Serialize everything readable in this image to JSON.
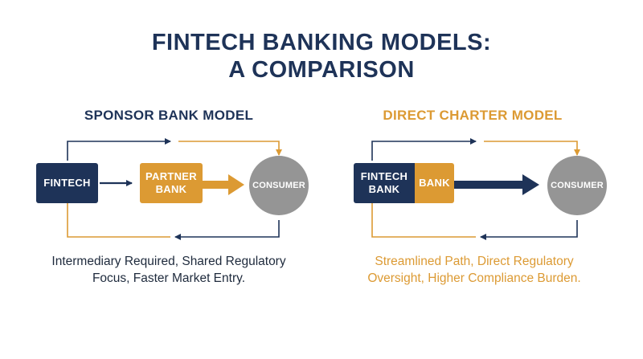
{
  "title": {
    "line1": "FINTECH BANKING MODELS:",
    "line2": "A COMPARISON"
  },
  "colors": {
    "navy": "#1e3358",
    "gold": "#dc9a33",
    "grey": "#959595"
  },
  "sponsor": {
    "title": "SPONSOR BANK MODEL",
    "fintech_label": "FINTECH",
    "partner_line1": "PARTNER",
    "partner_line2": "BANK",
    "consumer_label": "CONSUMER",
    "caption_line1": "Intermediary Required, Shared Regulatory",
    "caption_line2": "Focus, Faster Market Entry."
  },
  "charter": {
    "title": "DIRECT CHARTER MODEL",
    "fintech_line1": "FINTECH",
    "fintech_line2": "BANK",
    "bank_label": "BANK",
    "consumer_label": "CONSUMER",
    "caption_line1": "Streamlined Path, Direct Regulatory",
    "caption_line2": "Oversight, Higher Compliance Burden."
  }
}
